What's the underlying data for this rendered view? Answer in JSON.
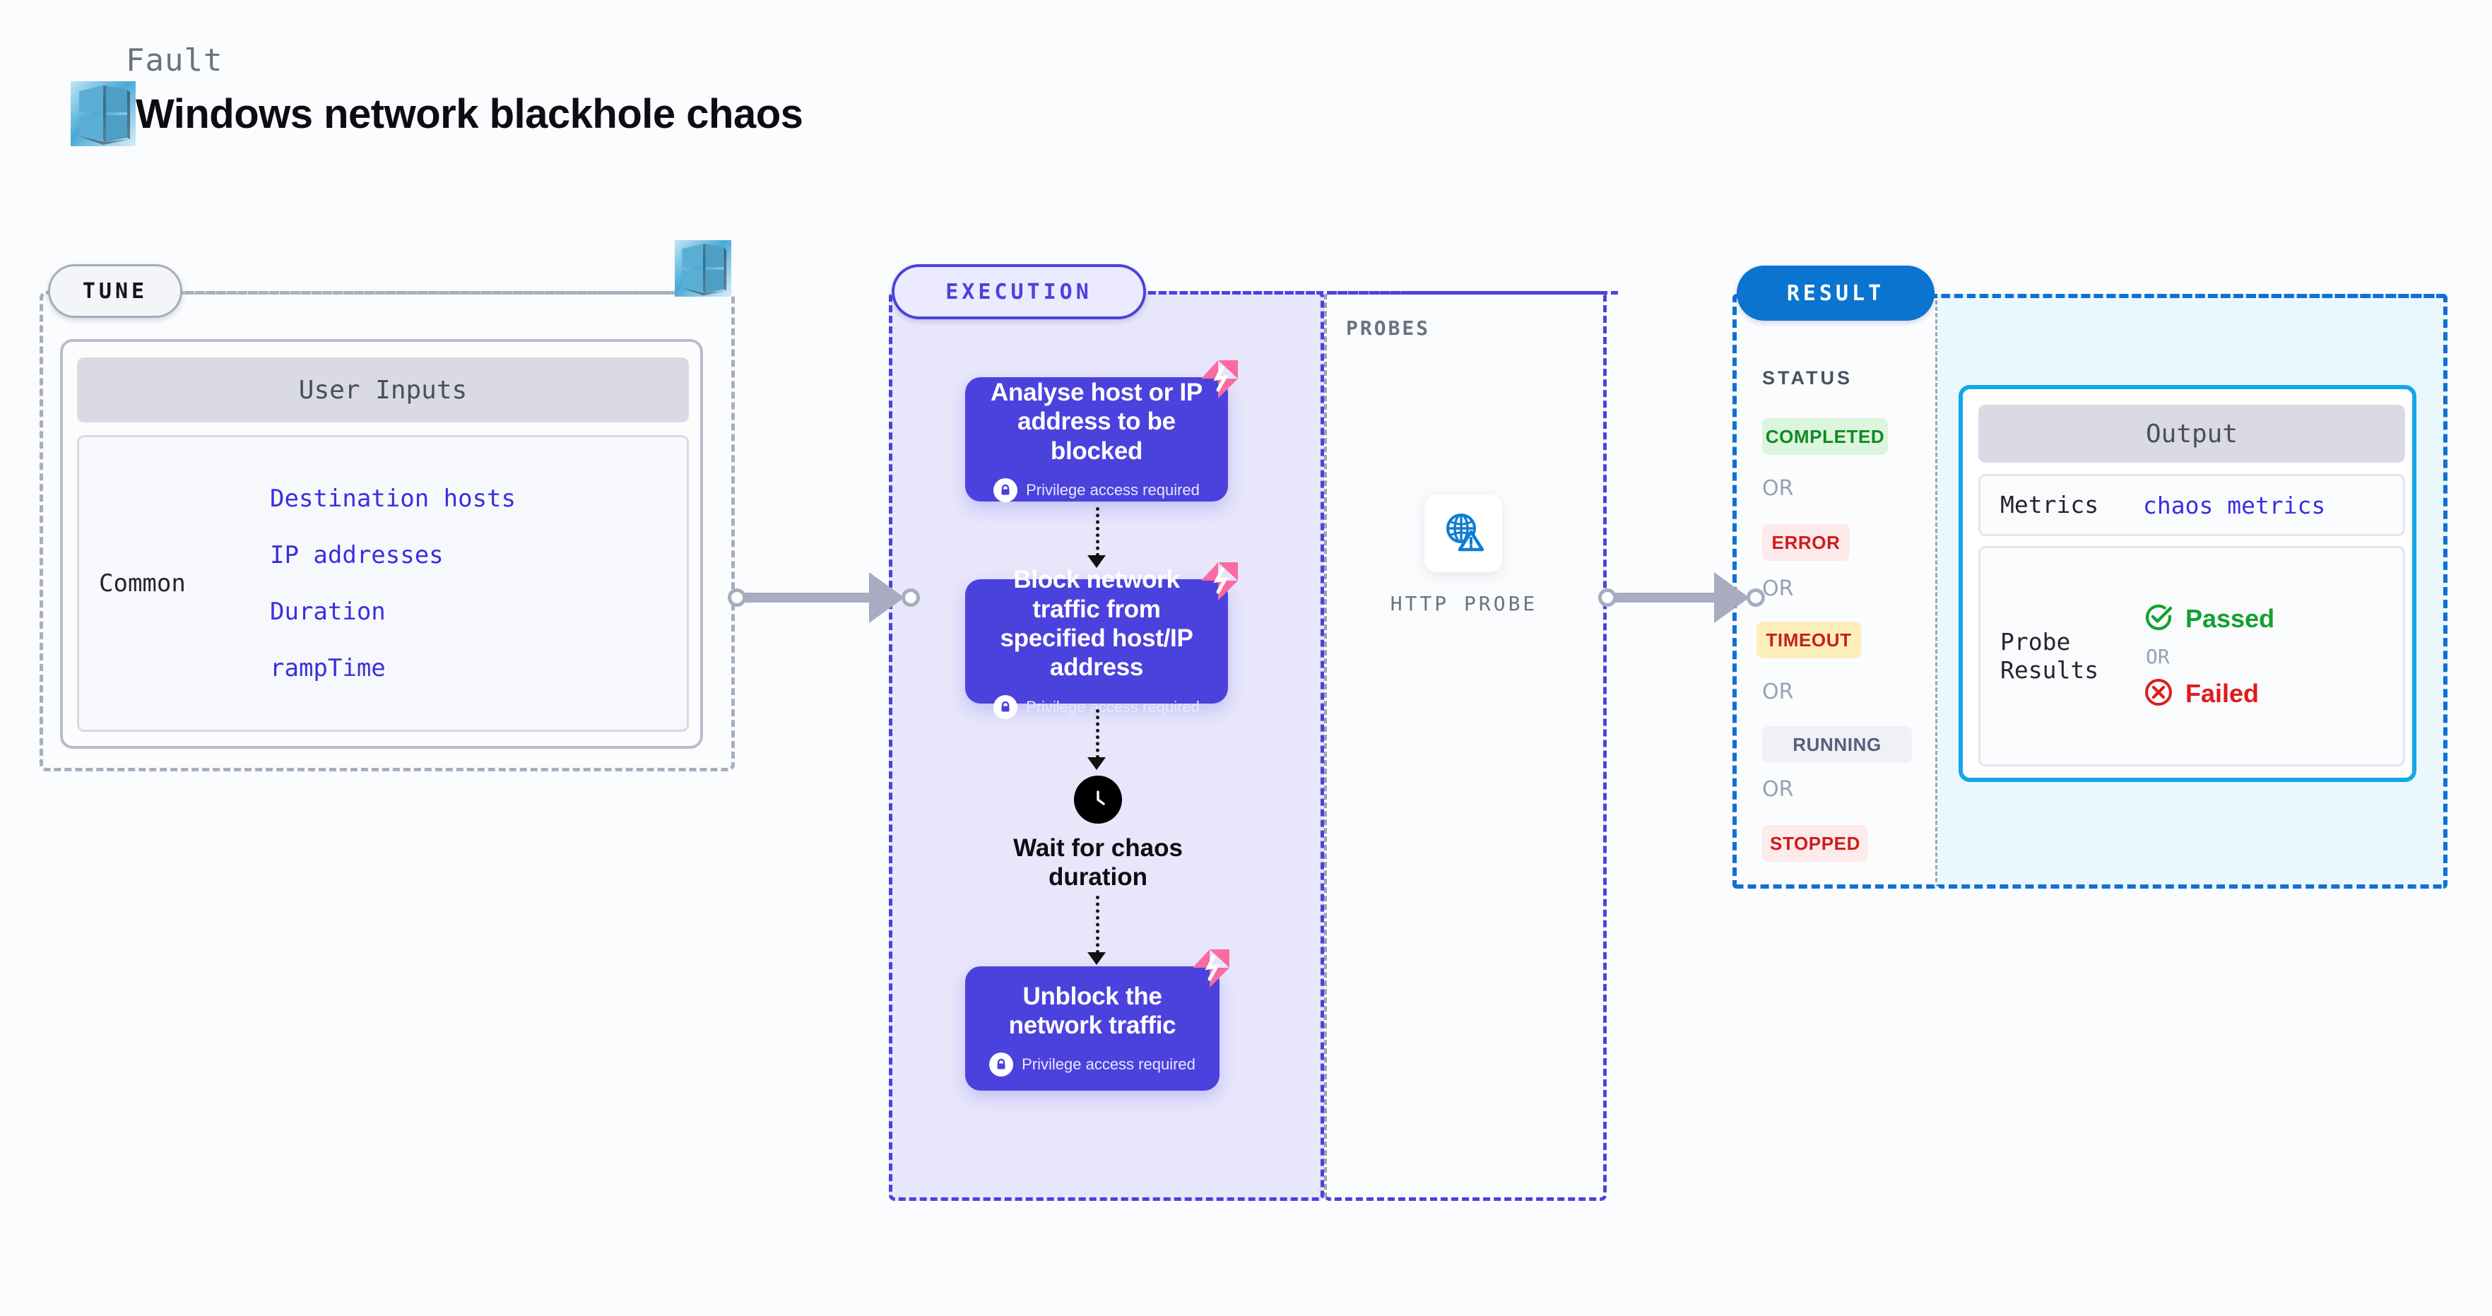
{
  "header": {
    "kicker": "Fault",
    "title": "Windows network blackhole chaos",
    "icon": "windows-logo-icon"
  },
  "tune": {
    "pill_label": "TUNE",
    "card_heading": "User Inputs",
    "group_label": "Common",
    "params": [
      "Destination hosts",
      "IP addresses",
      "Duration",
      "rampTime"
    ],
    "side_icon": "windows-logo-icon"
  },
  "execution": {
    "pill_label": "EXECUTION",
    "steps": [
      {
        "title": "Analyse host or IP address to be blocked",
        "privilege": "Privilege access required",
        "badge": "litmus-logo-icon",
        "lock": "lock-icon"
      },
      {
        "title": "Block network traffic from specified host/IP address",
        "privilege": "Privilege access required",
        "badge": "litmus-logo-icon",
        "lock": "lock-icon"
      },
      {
        "title": "Unblock the network traffic",
        "privilege": "Privilege access required",
        "badge": "litmus-logo-icon",
        "lock": "lock-icon"
      }
    ],
    "wait": {
      "icon": "clock-icon",
      "label": "Wait for chaos duration"
    }
  },
  "probes": {
    "section_label": "PROBES",
    "items": [
      {
        "icon": "globe-warning-icon",
        "caption": "HTTP PROBE"
      }
    ]
  },
  "result": {
    "pill_label": "RESULT",
    "status_caption": "STATUS",
    "or_label": "OR",
    "statuses": [
      {
        "label": "COMPLETED",
        "bg": "#dcf5dd",
        "fg": "#0f8a22",
        "width": 178
      },
      {
        "label": "ERROR",
        "bg": "#fdeaea",
        "fg": "#cf1b1b",
        "width": 124
      },
      {
        "label": "TIMEOUT",
        "bg": "#fdeebc",
        "fg": "#c81e1e",
        "width": 148
      },
      {
        "label": "RUNNING",
        "bg": "#f0f1f6",
        "fg": "#57607a",
        "width": 160
      },
      {
        "label": "STOPPED",
        "bg": "#fdeaea",
        "fg": "#cf1b1b",
        "width": 150
      }
    ],
    "output": {
      "heading": "Output",
      "metrics_key": "Metrics",
      "metrics_value": "chaos metrics",
      "probe_key": "Probe Results",
      "passed_label": "Passed",
      "failed_label": "Failed",
      "or_label": "OR",
      "passed_icon": "check-circle-icon",
      "failed_icon": "x-circle-icon"
    }
  },
  "colors": {
    "accent_purple": "#4b42dd",
    "accent_blue": "#1071d4",
    "accent_cyan": "#13a7e8",
    "pink_badge": "#fb6aa0",
    "gray_dash": "#a9aebd",
    "pass_green": "#14a030",
    "fail_red": "#e01b1b"
  }
}
